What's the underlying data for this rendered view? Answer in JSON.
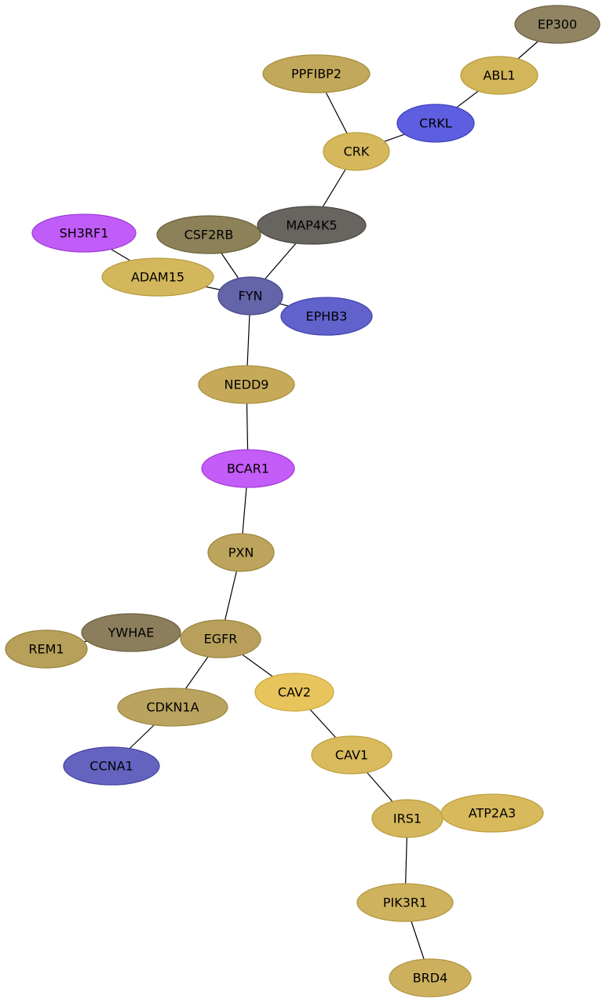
{
  "nodes": [
    {
      "id": "EP300",
      "label": "EP300",
      "fill": "#908462",
      "stroke": "#6e6446"
    },
    {
      "id": "ABL1",
      "label": "ABL1",
      "fill": "#d3b55a",
      "stroke": "#b99c3e"
    },
    {
      "id": "PPFIBP2",
      "label": "PPFIBP2",
      "fill": "#c2a85a",
      "stroke": "#a68e3e"
    },
    {
      "id": "CRKL",
      "label": "CRKL",
      "fill": "#5e5ee0",
      "stroke": "#4040c0"
    },
    {
      "id": "CRK",
      "label": "CRK",
      "fill": "#d5b85c",
      "stroke": "#bb9e40"
    },
    {
      "id": "MAP4K5",
      "label": "MAP4K5",
      "fill": "#686560",
      "stroke": "#4c4944"
    },
    {
      "id": "CSF2RB",
      "label": "CSF2RB",
      "fill": "#8c8158",
      "stroke": "#6e643c"
    },
    {
      "id": "SH3RF1",
      "label": "SH3RF1",
      "fill": "#c05cf7",
      "stroke": "#a040d8"
    },
    {
      "id": "ADAM15",
      "label": "ADAM15",
      "fill": "#d3b75d",
      "stroke": "#b99d41"
    },
    {
      "id": "FYN",
      "label": "FYN",
      "fill": "#6464a8",
      "stroke": "#46468c"
    },
    {
      "id": "EPHB3",
      "label": "EPHB3",
      "fill": "#6262cc",
      "stroke": "#4444b0"
    },
    {
      "id": "NEDD9",
      "label": "NEDD9",
      "fill": "#c6aa5a",
      "stroke": "#aa903e"
    },
    {
      "id": "BCAR1",
      "label": "BCAR1",
      "fill": "#c45cf8",
      "stroke": "#a440da"
    },
    {
      "id": "PXN",
      "label": "PXN",
      "fill": "#bca45c",
      "stroke": "#a08a40"
    },
    {
      "id": "YWHAE",
      "label": "YWHAE",
      "fill": "#8c7e5c",
      "stroke": "#6e6240"
    },
    {
      "id": "REM1",
      "label": "REM1",
      "fill": "#b6a05a",
      "stroke": "#9a863e"
    },
    {
      "id": "EGFR",
      "label": "EGFR",
      "fill": "#b8a05c",
      "stroke": "#9c8640"
    },
    {
      "id": "CAV2",
      "label": "CAV2",
      "fill": "#e8c45c",
      "stroke": "#ccaa40"
    },
    {
      "id": "CDKN1A",
      "label": "CDKN1A",
      "fill": "#baa35e",
      "stroke": "#9e8942"
    },
    {
      "id": "CCNA1",
      "label": "CCNA1",
      "fill": "#6464c0",
      "stroke": "#4646a4"
    },
    {
      "id": "CAV1",
      "label": "CAV1",
      "fill": "#d9ba5d",
      "stroke": "#bfa041"
    },
    {
      "id": "IRS1",
      "label": "IRS1",
      "fill": "#d4b65d",
      "stroke": "#ba9c41"
    },
    {
      "id": "ATP2A3",
      "label": "ATP2A3",
      "fill": "#d8b95c",
      "stroke": "#be9f40"
    },
    {
      "id": "PIK3R1",
      "label": "PIK3R1",
      "fill": "#ceb25e",
      "stroke": "#b49842"
    },
    {
      "id": "BRD4",
      "label": "BRD4",
      "fill": "#ccb05e",
      "stroke": "#b29642"
    }
  ],
  "edges": [
    [
      "EP300",
      "ABL1"
    ],
    [
      "ABL1",
      "CRKL"
    ],
    [
      "CRKL",
      "CRK"
    ],
    [
      "PPFIBP2",
      "CRK"
    ],
    [
      "CRK",
      "MAP4K5"
    ],
    [
      "MAP4K5",
      "FYN"
    ],
    [
      "CSF2RB",
      "FYN"
    ],
    [
      "SH3RF1",
      "ADAM15"
    ],
    [
      "ADAM15",
      "FYN"
    ],
    [
      "FYN",
      "EPHB3"
    ],
    [
      "FYN",
      "NEDD9"
    ],
    [
      "NEDD9",
      "BCAR1"
    ],
    [
      "BCAR1",
      "PXN"
    ],
    [
      "PXN",
      "EGFR"
    ],
    [
      "YWHAE",
      "EGFR"
    ],
    [
      "REM1",
      "YWHAE"
    ],
    [
      "EGFR",
      "CDKN1A"
    ],
    [
      "CDKN1A",
      "CCNA1"
    ],
    [
      "EGFR",
      "CAV2"
    ],
    [
      "CAV2",
      "CAV1"
    ],
    [
      "CAV1",
      "IRS1"
    ],
    [
      "IRS1",
      "ATP2A3"
    ],
    [
      "IRS1",
      "PIK3R1"
    ],
    [
      "PIK3R1",
      "BRD4"
    ]
  ]
}
